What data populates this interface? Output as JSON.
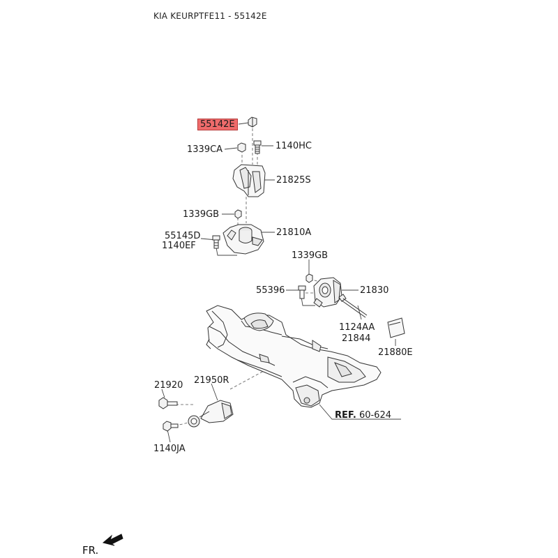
{
  "header": {
    "title": "KIA KEURPTFE11 - 55142E"
  },
  "highlight_color": "#ef6b6b",
  "labels": {
    "p55142E": "55142E",
    "p1339CA": "1339CA",
    "p1140HC": "1140HC",
    "p21825S": "21825S",
    "p1339GB_a": "1339GB",
    "p21810A": "21810A",
    "p55145D": "55145D",
    "p1140EF": "1140EF",
    "p1339GB_b": "1339GB",
    "p55396": "55396",
    "p21830": "21830",
    "p1124AA": "1124AA",
    "p21844": "21844",
    "p21880E": "21880E",
    "p21920": "21920",
    "p21950R": "21950R",
    "p1140JA": "1140JA",
    "ref_prefix": "REF.",
    "ref_value": "60-624",
    "direction": "FR."
  },
  "icons": [
    "direction-arrow-icon"
  ]
}
